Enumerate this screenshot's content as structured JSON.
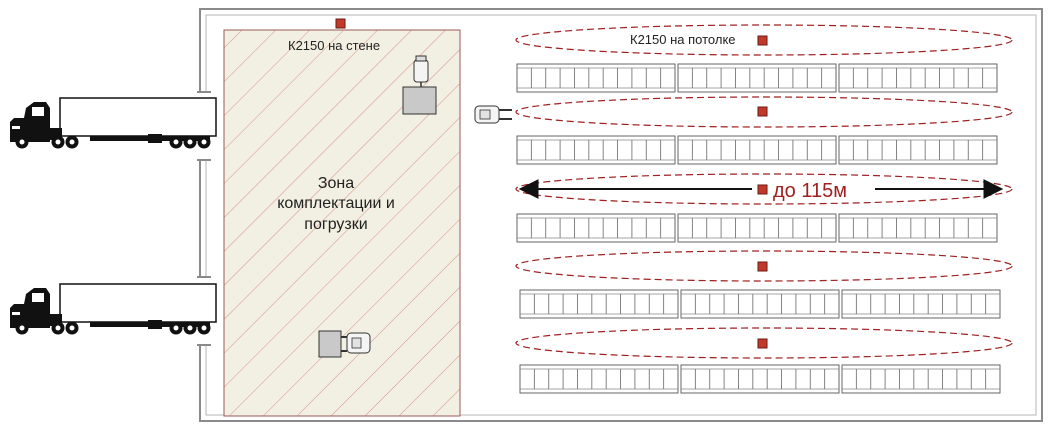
{
  "labels": {
    "wall_sensor": "К2150 на стене",
    "ceiling_sensor": "К2150 на потолке",
    "zone_line1": "Зона",
    "zone_line2": "комплектации и",
    "zone_line3": "погрузки",
    "range": "до 115м"
  },
  "colors": {
    "sensor": "#c0392b",
    "sensor_border": "#6b1a12",
    "coverage": "#a01f1f",
    "zone_fill": "#f1f0e2",
    "zone_hatch": "#d98e8e",
    "wall": "#8a8a8a",
    "rack_stroke": "#666666"
  },
  "icons": {
    "truck": "truck-icon",
    "forklift": "forklift-icon",
    "sensor": "sensor-square-icon"
  }
}
